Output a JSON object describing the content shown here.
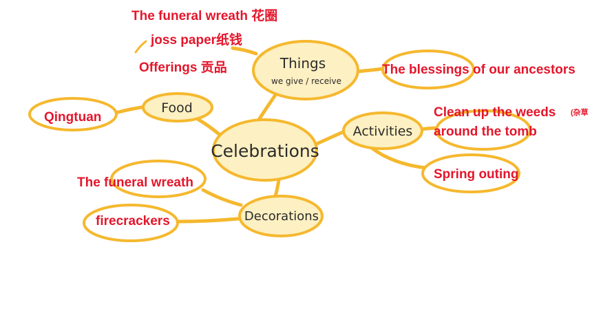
{
  "center": {
    "label": "Celebrations"
  },
  "branches": {
    "things": {
      "label": "Things",
      "sublabel": "we give / receive"
    },
    "food": {
      "label": "Food"
    },
    "activities": {
      "label": "Activities"
    },
    "decorations": {
      "label": "Decorations"
    }
  },
  "answers": {
    "funeral_wreath_top": "The funeral wreath 花圈",
    "joss_paper": "joss paper纸钱",
    "offerings": "Offerings 贡品",
    "blessings": "The blessings of our ancestors",
    "qingtuan": "Qingtuan",
    "clean_up": "Clean up the weeds",
    "clean_up_note": "(杂草",
    "around_tomb": "around the tomb",
    "spring_outing": "Spring outing",
    "funeral_wreath_left": "The funeral wreath",
    "firecrackers": "firecrackers"
  },
  "colors": {
    "bubble_stroke": "#f5b82e",
    "bubble_fill": "#fdf0c2",
    "answer_text": "#e4162b",
    "handwriting": "#2b2b2b"
  }
}
